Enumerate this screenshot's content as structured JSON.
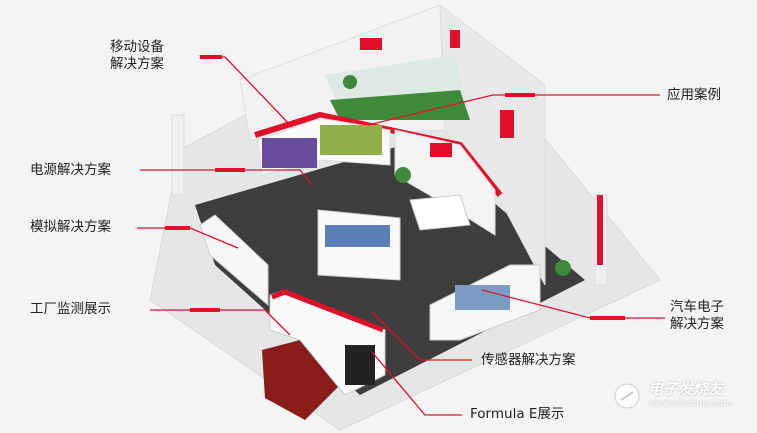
{
  "labels": {
    "mobile": [
      "移动设备",
      "解决方案"
    ],
    "application": "应用案例",
    "power": "电源解决方案",
    "analog": "模拟解决方案",
    "factory": "工厂监测展示",
    "automotive": [
      "汽车电子",
      "解决方案"
    ],
    "sensor": "传感器解决方案",
    "formula_e": "Formula E展示"
  },
  "watermark": {
    "name": "电子发烧友",
    "url": "www.elecfans.com"
  },
  "colors": {
    "accent": "#e0102a",
    "wall": "#ececec",
    "floor": "#3a3a3a",
    "green": "#3f8a3a"
  }
}
